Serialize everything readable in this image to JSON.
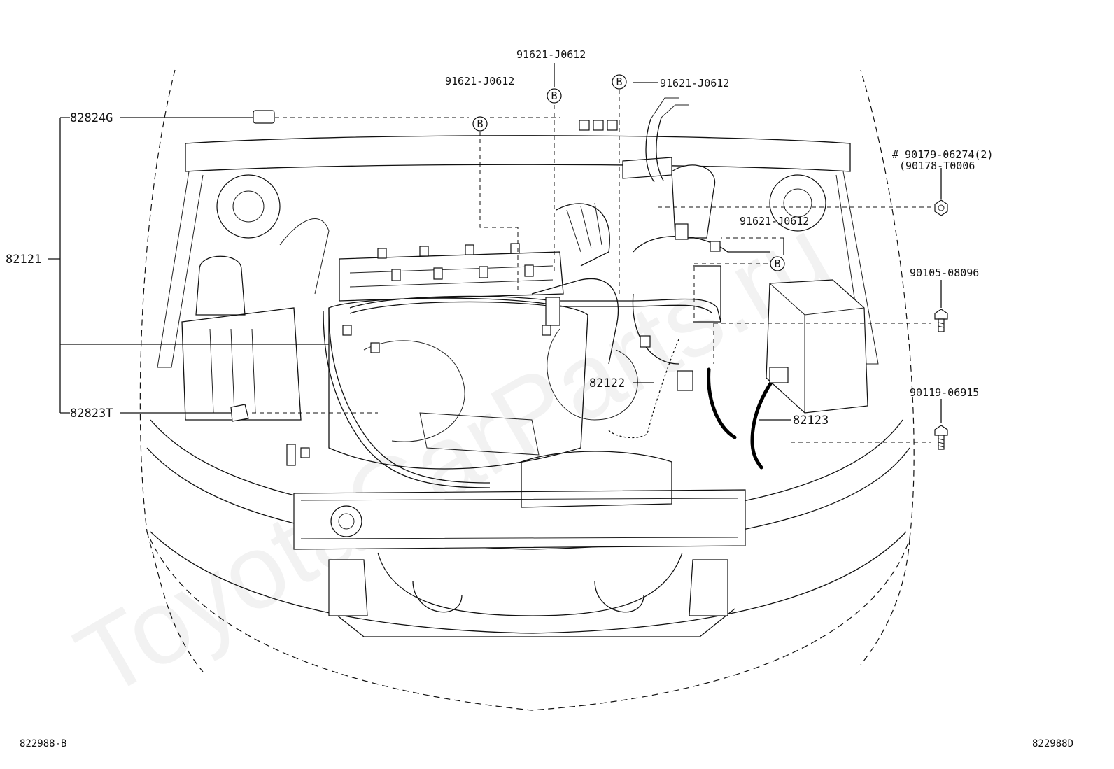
{
  "watermark": "ToyotaCarParts.ru",
  "bubble_letter": "B",
  "labels": {
    "p82824g": "82824G",
    "p82121": "82121",
    "p82823t": "82823T",
    "p82122": "82122",
    "p82123": "82123",
    "p91621_a": "91621-J0612",
    "p91621_b": "91621-J0612",
    "p91621_c": "91621-J0612",
    "p91621_d": "91621-J0612",
    "p90179": "# 90179-06274(2)",
    "p90178": "(90178-T0006",
    "p90105": "90105-08096",
    "p90119": "90119-06915"
  },
  "corner_codes": {
    "left": "822988-B",
    "right": "822988D"
  }
}
